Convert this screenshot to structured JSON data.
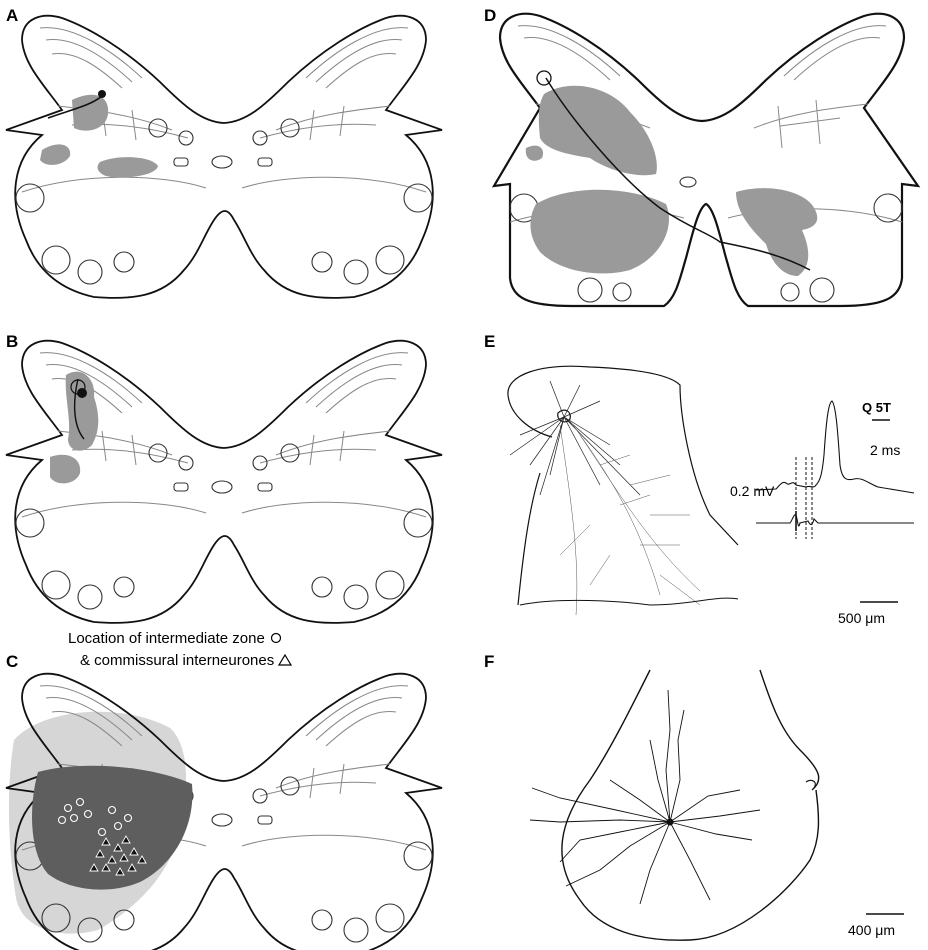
{
  "panels": {
    "a": {
      "label": "A"
    },
    "b": {
      "label": "B"
    },
    "c": {
      "label": "C",
      "legend_line1": "Location of intermediate zone",
      "legend_line2": "& commissural interneurones"
    },
    "d": {
      "label": "D"
    },
    "e": {
      "label": "E",
      "stim_label": "Q 5T",
      "time_scale": "2 ms",
      "volt_scale": "0.2 mV",
      "length_scale": "500 μm"
    },
    "f": {
      "label": "F",
      "length_scale": "400 μm"
    }
  },
  "colors": {
    "outline": "#111111",
    "lamina_lines": "#777777",
    "projection_gray": "#9a9a9a",
    "light_gray_zone": "#d6d6d6",
    "dark_gray_zone": "#5e5e5e"
  },
  "symbols": {
    "intermediate_zone": "circle",
    "commissural": "triangle"
  }
}
